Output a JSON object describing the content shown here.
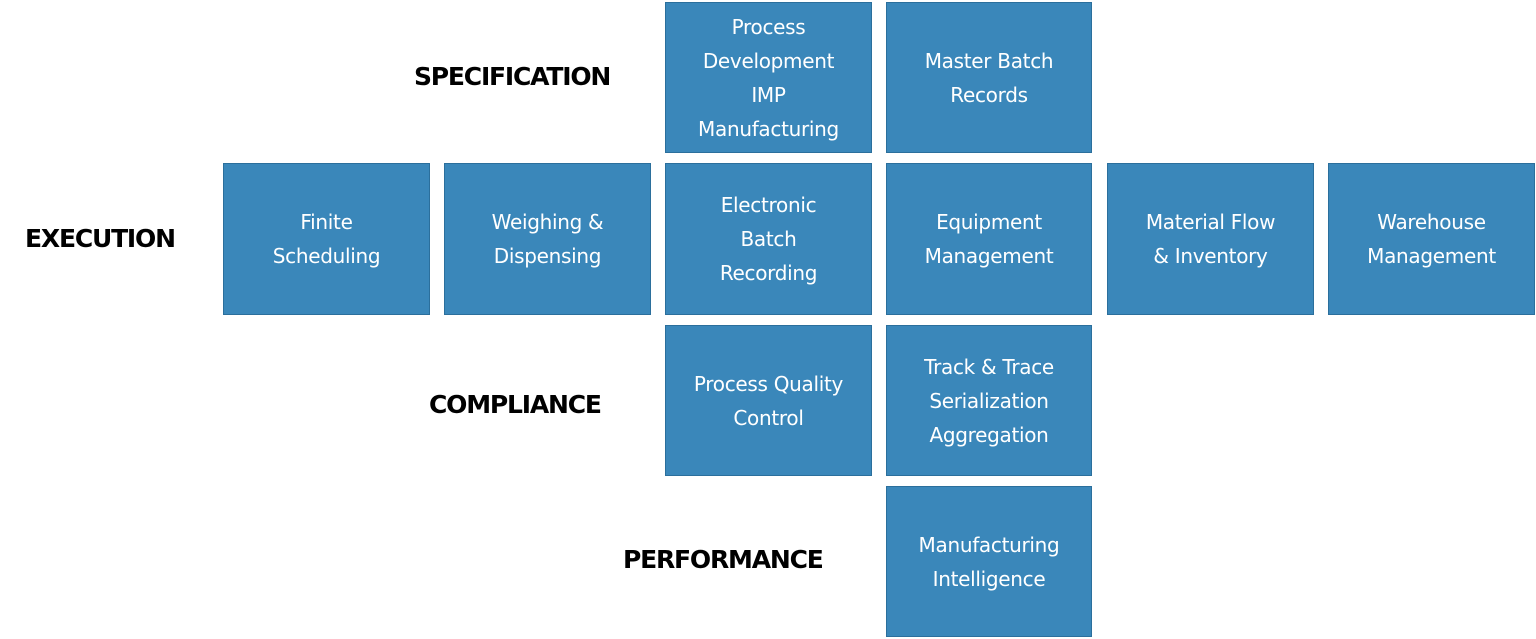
{
  "diagram": {
    "categories": {
      "specification": "SPECIFICATION",
      "execution": "EXECUTION",
      "compliance": "COMPLIANCE",
      "performance": "PERFORMANCE"
    },
    "tiles": {
      "process_development": "Process\nDevelopment\nIMP\nManufacturing",
      "master_batch_records": "Master Batch\nRecords",
      "finite_scheduling": "Finite\nScheduling",
      "weighing_dispensing": "Weighing &\nDispensing",
      "electronic_batch_recording": "Electronic\nBatch\nRecording",
      "equipment_management": "Equipment\nManagement",
      "material_flow_inventory": "Material Flow\n& Inventory",
      "warehouse_management": "Warehouse\nManagement",
      "process_quality_control": "Process Quality\nControl",
      "track_trace": "Track & Trace\nSerialization\nAggregation",
      "manufacturing_intelligence": "Manufacturing\nIntelligence"
    },
    "colors": {
      "tile_fill": "#3a87ba",
      "tile_border": "#2b6f9c",
      "tile_text": "#ffffff",
      "label_text": "#000000"
    }
  }
}
